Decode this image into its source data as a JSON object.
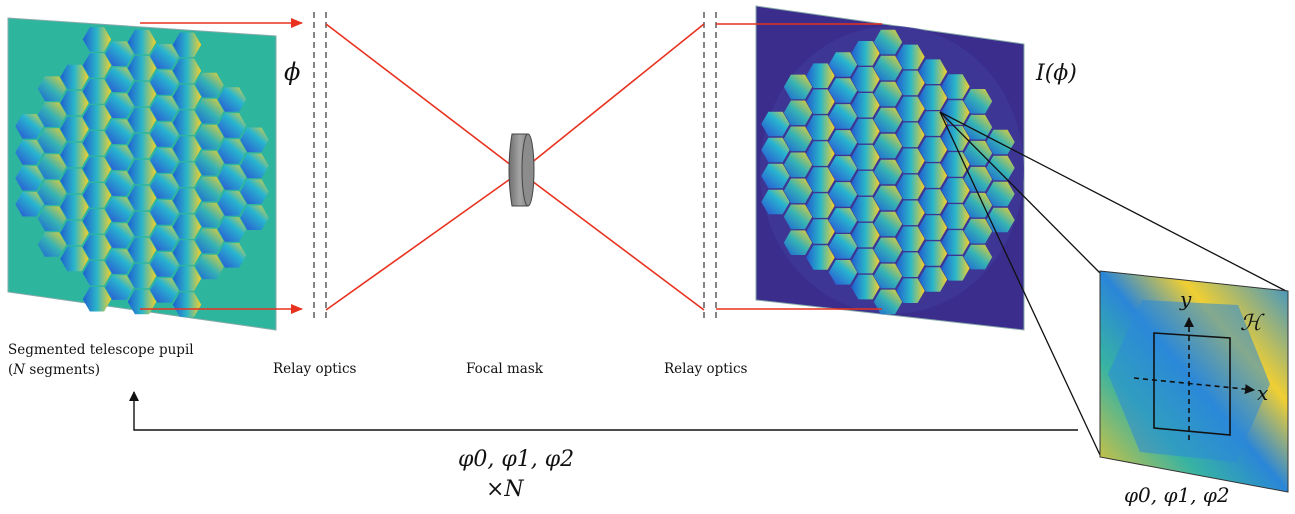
{
  "labels": {
    "pupil_line1": "Segmented telescope pupil",
    "pupil_line2_open": "(",
    "pupil_line2_N": "N",
    "pupil_line2_rest": " segments)",
    "relay_left": "Relay optics",
    "focal_mask": "Focal mask",
    "relay_right": "Relay optics",
    "phi_symbol": "ϕ",
    "intensity": "I(ϕ)",
    "hex_domain": "ℋ",
    "axis_x": "x",
    "axis_y": "y",
    "feedback_params": "φ0, φ1, φ2",
    "feedback_multiplier": "×N",
    "inset_params": "φ0, φ1, φ2"
  },
  "colors": {
    "beam": "#e8321f",
    "pupil_bg": "#2db59d",
    "detector_bg": "#3a2d8c",
    "hex_a": "#2a7fd6",
    "hex_b": "#f2cf28",
    "mask_fill": "#8c8c8c"
  }
}
